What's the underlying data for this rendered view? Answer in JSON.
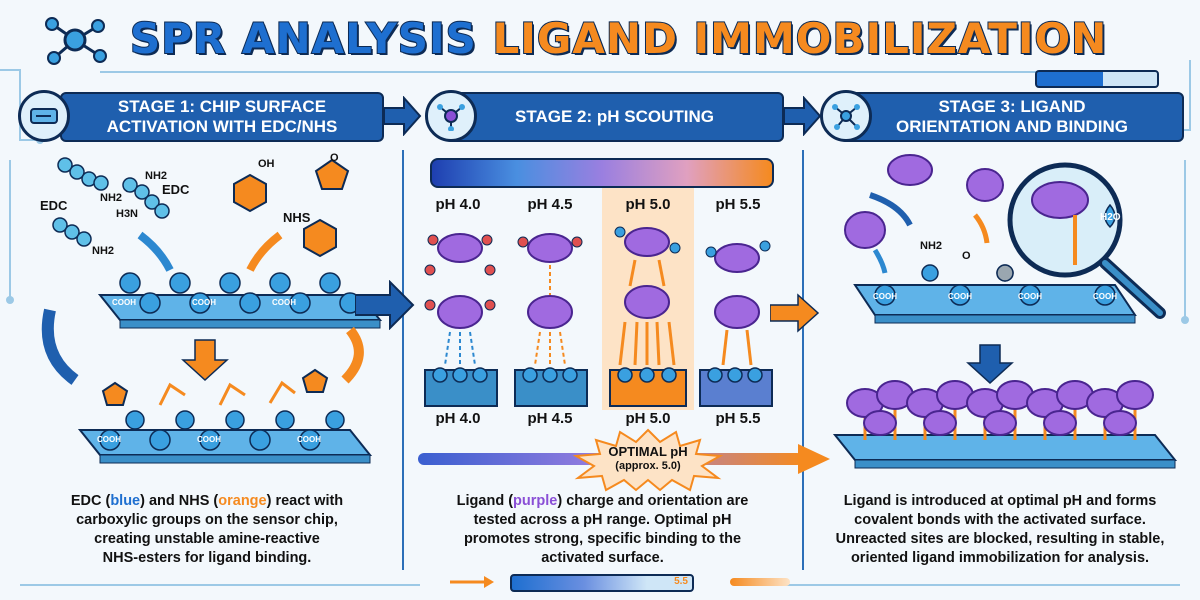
{
  "title": {
    "part1": "SPR ANALYSIS",
    "part2": "LIGAND IMMOBILIZATION"
  },
  "stages": [
    {
      "label": "STAGE 1: CHIP SURFACE\nACTIVATION WITH EDC/NHS"
    },
    {
      "label": "STAGE 2: pH SCOUTING"
    },
    {
      "label": "STAGE 3: LIGAND\nORIENTATION AND BINDING"
    }
  ],
  "stage1": {
    "reagents": {
      "edc1": "EDC",
      "edc2": "EDC",
      "nhs": "NHS",
      "nh2a": "NH2",
      "nh2b": "NH2",
      "h3n": "H3N",
      "nh2c": "NH2",
      "oh": "OH",
      "o": "O"
    },
    "group_label": "COOH",
    "caption": "EDC (blue) and NHS (orange) react with carboxylic groups on the sensor chip, creating unstable amine-reactive NHS-esters for ligand binding.",
    "caption_parts": {
      "a": "EDC (",
      "blue": "blue",
      "b": ") and NHS (",
      "orange": "orange",
      "c": ") react with",
      "line2": "carboxylic groups on the sensor chip,",
      "line3": "creating unstable amine-reactive",
      "line4": "NHS-esters for ligand binding."
    }
  },
  "stage2": {
    "top_ph": [
      "pH 4.0",
      "pH 4.5",
      "pH 5.0",
      "pH 5.5"
    ],
    "bottom_ph": [
      "pH 4.0",
      "pH 4.5",
      "pH 5.0",
      "pH 5.5"
    ],
    "optimal": {
      "line1": "OPTIMAL pH",
      "line2": "(approx. 5.0)"
    },
    "caption_parts": {
      "a": "Ligand (",
      "purple": "purple",
      "b": ") charge and orientation are",
      "line2": "tested across a pH range. Optimal pH",
      "line3": "promotes strong, specific binding to the",
      "line4": "activated surface."
    }
  },
  "stage3": {
    "labels": {
      "nh2": "NH2",
      "o": "O",
      "h2o": "H2O"
    },
    "caption_lines": [
      "Ligand is introduced at optimal pH and forms",
      "covalent bonds with the activated surface.",
      "Unreacted sites are blocked, resulting in stable,",
      "oriented ligand immobilization for analysis."
    ]
  },
  "footer": {
    "value": "5.5"
  },
  "colors": {
    "blue": "#1e6fd0",
    "orange": "#f58a1f",
    "purple": "#8a4fd6",
    "navy": "#0d2b55",
    "chip": "#5fb3e8"
  }
}
